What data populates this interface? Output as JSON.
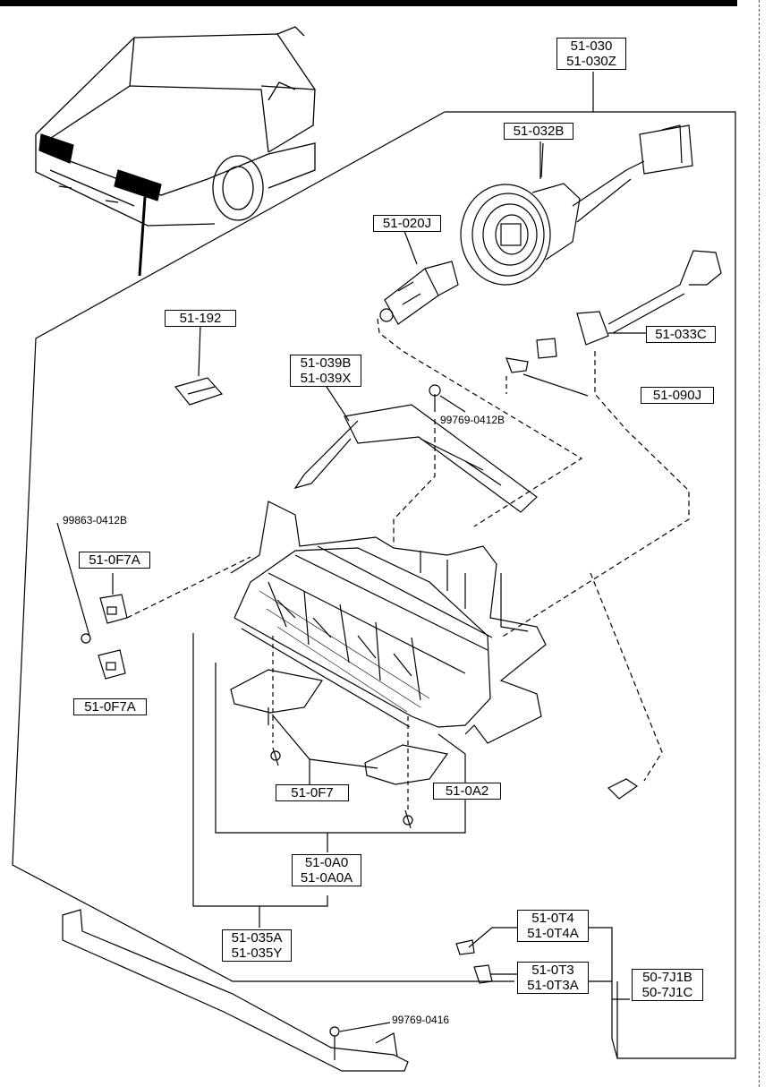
{
  "labels": {
    "assy_main": [
      "51-030",
      "51-030Z"
    ],
    "socket": "51-032B",
    "bulb": "51-020J",
    "clip_192": "51-192",
    "bracket_039": [
      "51-039B",
      "51-039X"
    ],
    "screw_upper": "99769-0412B",
    "socket_side": "51-033C",
    "side_bulb": "51-090J",
    "screw_left": "99863-0412B",
    "clip_f7a_upper": "51-0F7A",
    "clip_f7a_lower": "51-0F7A",
    "bracket_f7": "51-0F7",
    "bracket_a2": "51-0A2",
    "headlamp": [
      "51-0A0",
      "51-0A0A"
    ],
    "lens_assy": [
      "51-035A",
      "51-035Y"
    ],
    "clip_t4": [
      "51-0T4",
      "51-0T4A"
    ],
    "clip_t3": [
      "51-0T3",
      "51-0T3A"
    ],
    "molding": [
      "50-7J1B",
      "50-7J1C"
    ],
    "screw_bottom": "99769-0416"
  }
}
